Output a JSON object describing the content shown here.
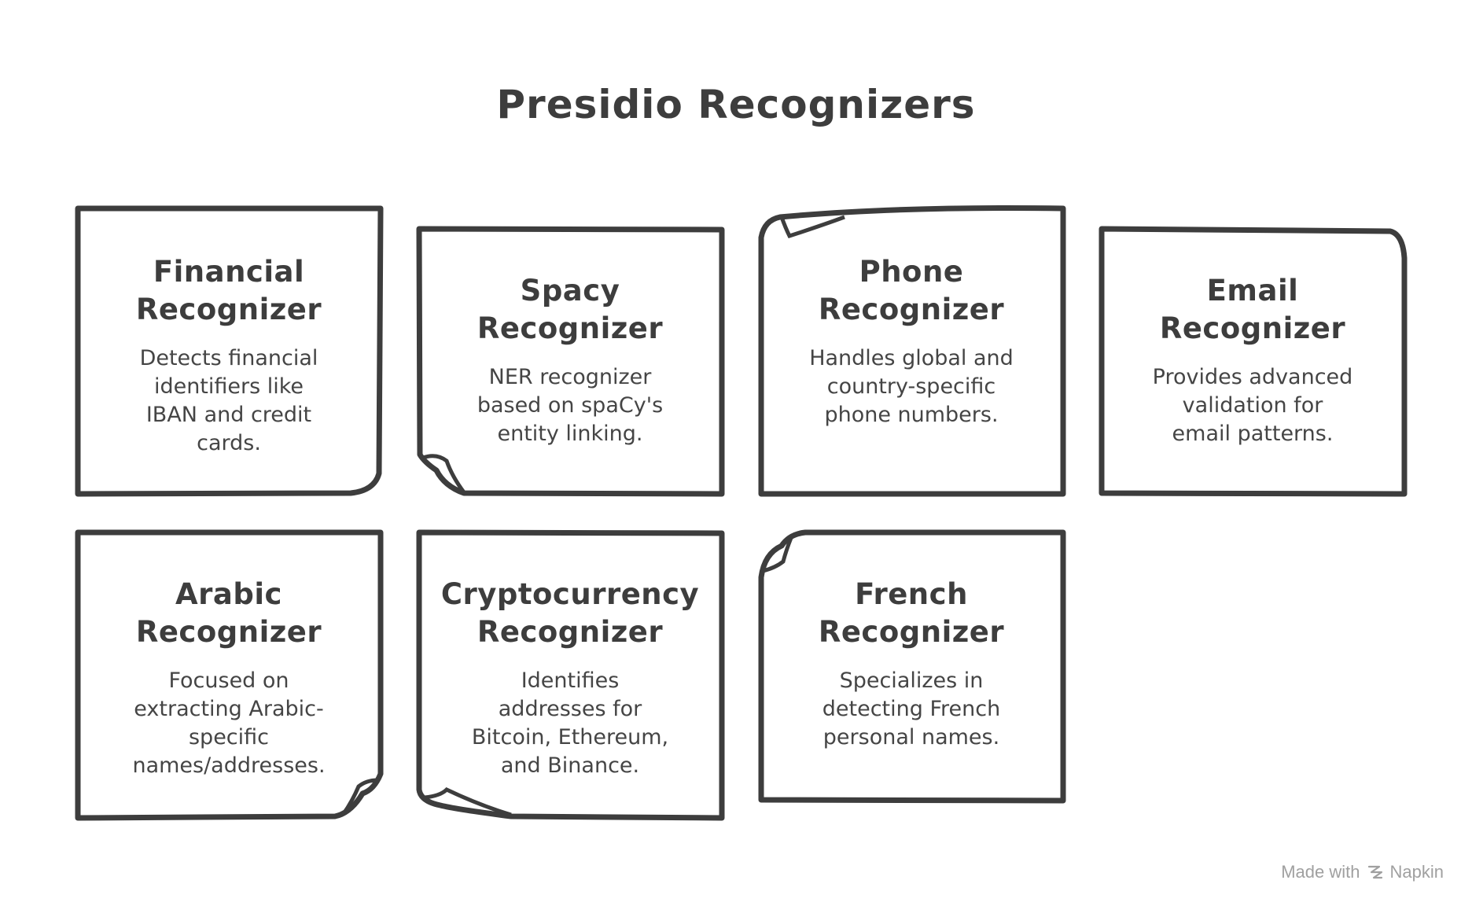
{
  "title": "Presidio Recognizers",
  "cards": [
    {
      "name": "Financial\nRecognizer",
      "description": "Detects financial identifiers like IBAN and credit cards."
    },
    {
      "name": "Spacy\nRecognizer",
      "description": "NER recognizer based on spaCy's entity linking."
    },
    {
      "name": "Phone\nRecognizer",
      "description": "Handles global and country-specific phone numbers."
    },
    {
      "name": "Email\nRecognizer",
      "description": "Provides advanced validation for email patterns."
    },
    {
      "name": "Arabic\nRecognizer",
      "description": "Focused on extracting Arabic-specific names/addresses."
    },
    {
      "name": "Cryptocurrency\nRecognizer",
      "description": "Identifies addresses for Bitcoin, Ethereum, and Binance."
    },
    {
      "name": "French\nRecognizer",
      "description": "Specializes in detecting French personal names."
    }
  ],
  "footer": {
    "made_with": "Made with",
    "brand": "Napkin",
    "icon": "napkin-logo-icon"
  },
  "colors": {
    "stroke": "#3d3d3d",
    "text": "#404040",
    "footer": "#a0a0a0",
    "background": "#ffffff"
  }
}
